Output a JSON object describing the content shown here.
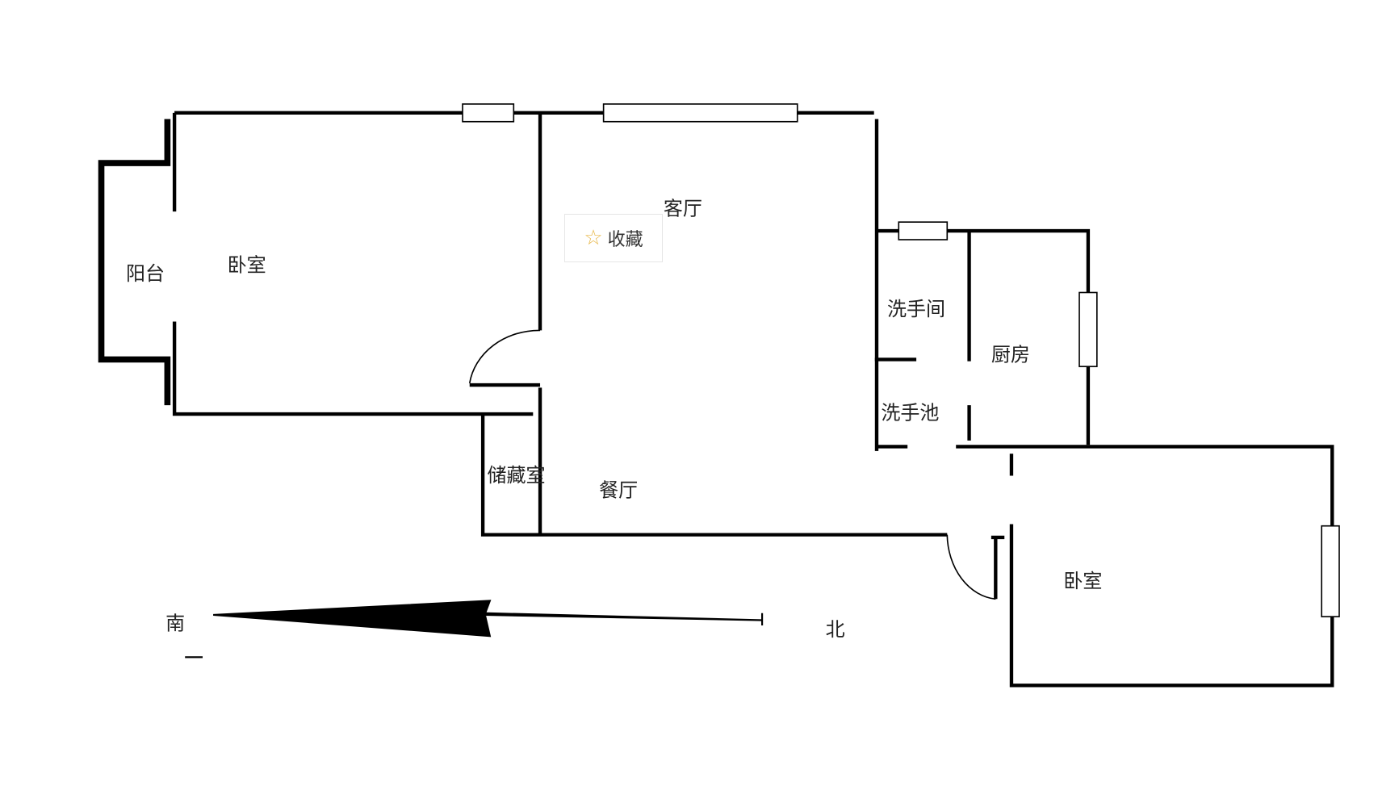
{
  "rooms": {
    "bedroom_south": "卧室",
    "balcony": "阳台",
    "living_room": "客厅",
    "bathroom": "洗手间",
    "kitchen": "厨房",
    "sink": "洗手池",
    "storage": "储藏室",
    "dining": "餐厅",
    "bedroom_north": "卧室"
  },
  "compass": {
    "south": "南",
    "north": "北"
  },
  "favorite": {
    "label": "收藏",
    "icon": "star-icon",
    "color": "#e8b84a"
  }
}
